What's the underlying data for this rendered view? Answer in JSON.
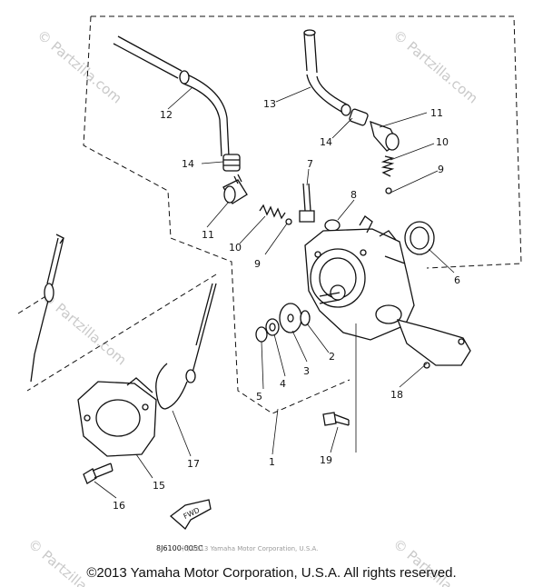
{
  "callouts": [
    {
      "id": "c1",
      "label": "1"
    },
    {
      "id": "c2",
      "label": "2"
    },
    {
      "id": "c3",
      "label": "3"
    },
    {
      "id": "c4",
      "label": "4"
    },
    {
      "id": "c5",
      "label": "5"
    },
    {
      "id": "c6",
      "label": "6"
    },
    {
      "id": "c7",
      "label": "7"
    },
    {
      "id": "c8",
      "label": "8"
    },
    {
      "id": "c9a",
      "label": "9"
    },
    {
      "id": "c9b",
      "label": "9"
    },
    {
      "id": "c10a",
      "label": "10"
    },
    {
      "id": "c10b",
      "label": "10"
    },
    {
      "id": "c11a",
      "label": "11"
    },
    {
      "id": "c11b",
      "label": "11"
    },
    {
      "id": "c12",
      "label": "12"
    },
    {
      "id": "c13",
      "label": "13"
    },
    {
      "id": "c14a",
      "label": "14"
    },
    {
      "id": "c14b",
      "label": "14"
    },
    {
      "id": "c15",
      "label": "15"
    },
    {
      "id": "c16",
      "label": "16"
    },
    {
      "id": "c17",
      "label": "17"
    },
    {
      "id": "c18",
      "label": "18"
    },
    {
      "id": "c19",
      "label": "19"
    }
  ],
  "fwd_label": "FWD",
  "diagram_ref": "8J6100-005C",
  "inline_copyright": "(c) 2013 Yamaha Motor Corporation, U.S.A.",
  "watermark": "© Partzilla.com",
  "copyright": "©2013 Yamaha Motor Corporation, U.S.A. All rights reserved."
}
